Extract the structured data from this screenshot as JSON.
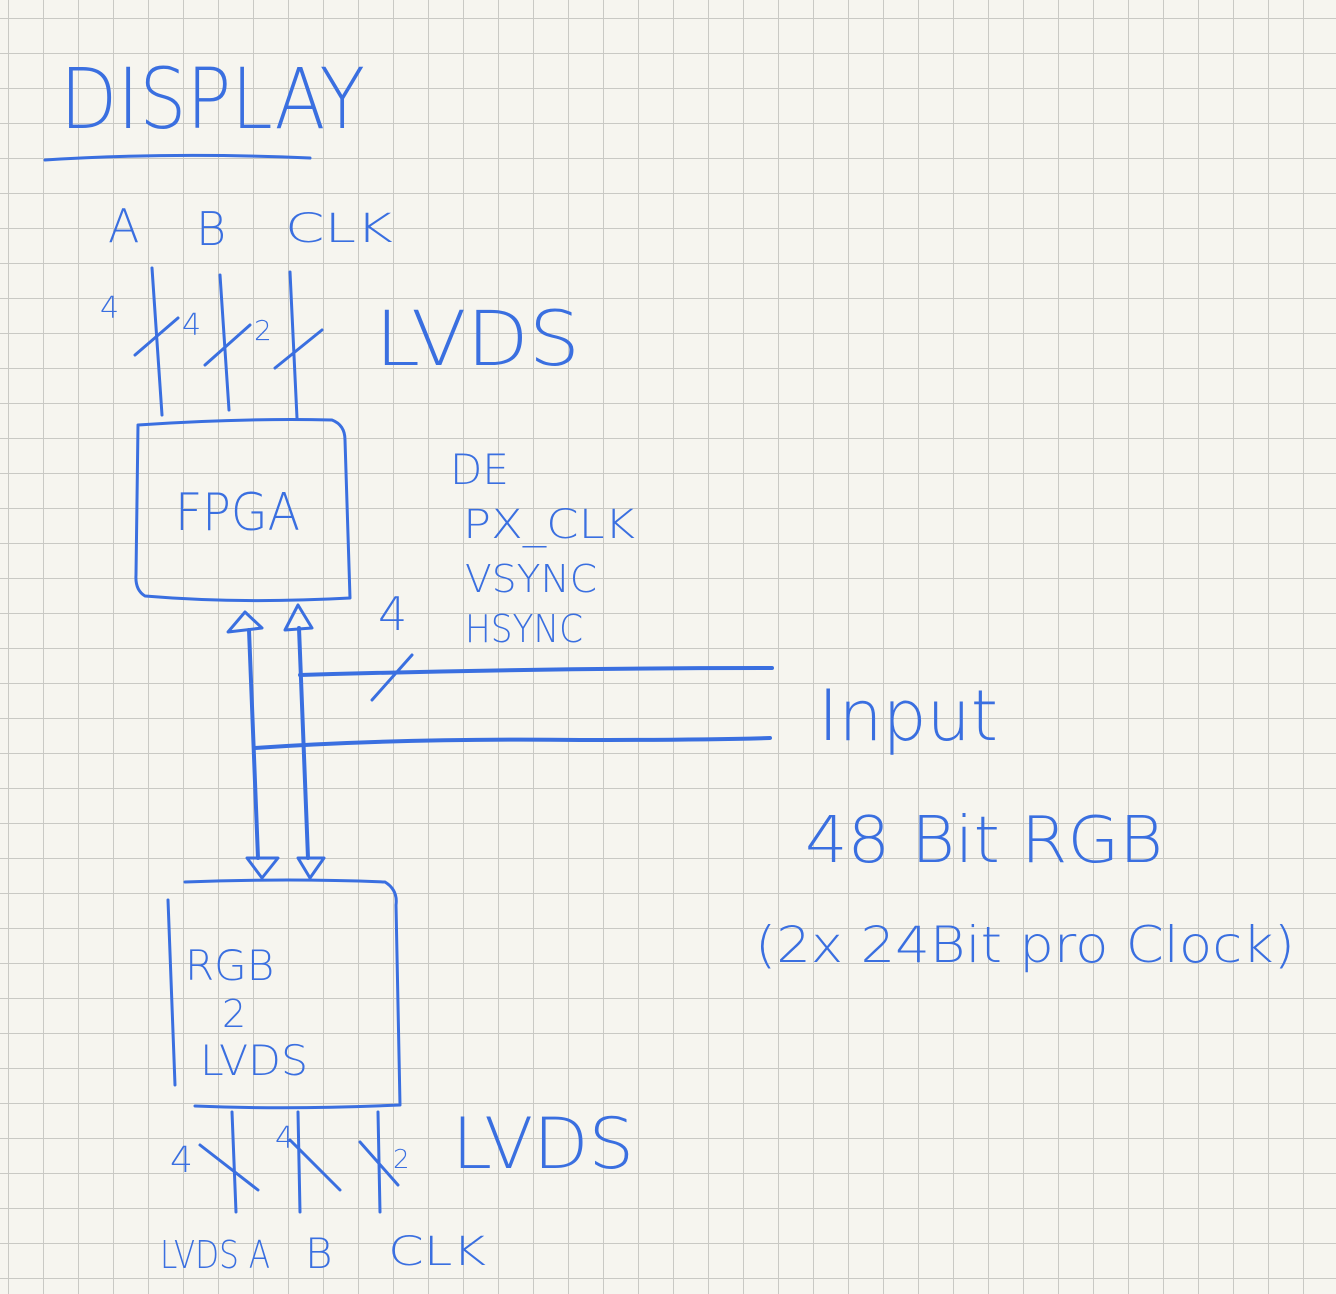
{
  "colors": {
    "ink": "#3a6fe0",
    "paper": "#f6f5ef",
    "grid": "#c9c9c4"
  },
  "title": "DISPLAY",
  "top_bus": {
    "labels": [
      "A",
      "B",
      "CLK"
    ],
    "widths": [
      "4",
      "4",
      "2"
    ],
    "type": "LVDS"
  },
  "fpga": {
    "label": "FPGA"
  },
  "control_signals": {
    "lines": [
      "DE",
      "PX_CLK",
      "VSYNC",
      "HSYNC"
    ],
    "width": "4"
  },
  "input": {
    "label": "Input",
    "line2": "48 Bit RGB",
    "line3": "(2x 24Bit pro Clock)"
  },
  "converter": {
    "line1": "RGB",
    "line2": "2",
    "line3": "LVDS"
  },
  "bottom_bus": {
    "widths": [
      "4",
      "4",
      "2"
    ],
    "type": "LVDS",
    "labels": [
      "LVDS A",
      "B",
      "CLK"
    ]
  }
}
